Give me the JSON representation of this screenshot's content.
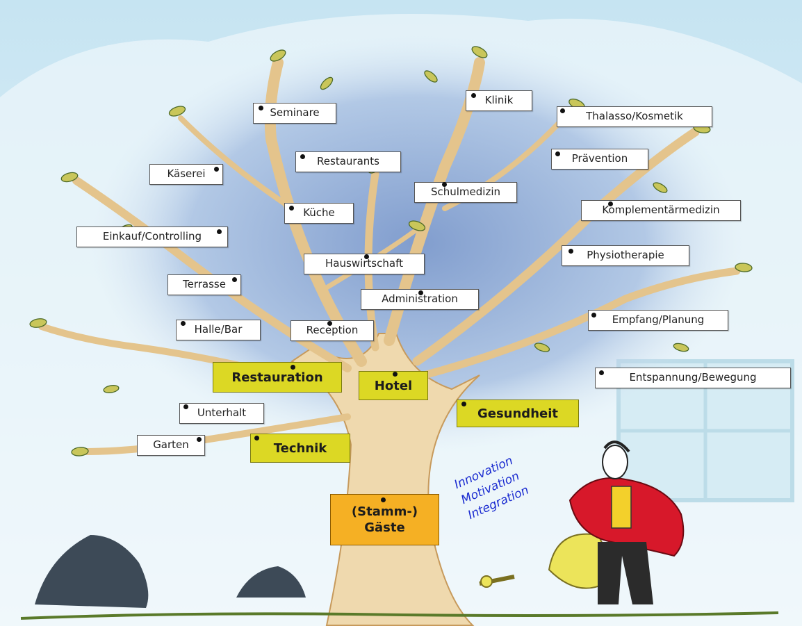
{
  "root": {
    "line1": "(Stamm-)",
    "line2": "Gäste"
  },
  "categories": {
    "restauration": "Restauration",
    "hotel": "Hotel",
    "gesundheit": "Gesundheit",
    "technik": "Technik"
  },
  "branches": {
    "seminare": "Seminare",
    "klinik": "Klinik",
    "thalasso": "Thalasso/Kosmetik",
    "praevention": "Prävention",
    "restaurants": "Restaurants",
    "kaeserei": "Käserei",
    "schulmedizin": "Schulmedizin",
    "kueche": "Küche",
    "komplementaer": "Komplementärmedizin",
    "einkauf": "Einkauf/Controlling",
    "hauswirtschaft": "Hauswirtschaft",
    "physio": "Physiotherapie",
    "terrasse": "Terrasse",
    "administration": "Administration",
    "empfang": "Empfang/Planung",
    "hallebar": "Halle/Bar",
    "reception": "Reception",
    "entspannung": "Entspannung/Bewegung",
    "unterhalt": "Unterhalt",
    "garten": "Garten"
  },
  "motto": {
    "line1": "Innovation",
    "line2": "Motivation",
    "line3": "Integration"
  },
  "colors": {
    "category_yellow": "#dcd824",
    "root_orange": "#f5b024",
    "motto_blue": "#1a2bd0"
  }
}
